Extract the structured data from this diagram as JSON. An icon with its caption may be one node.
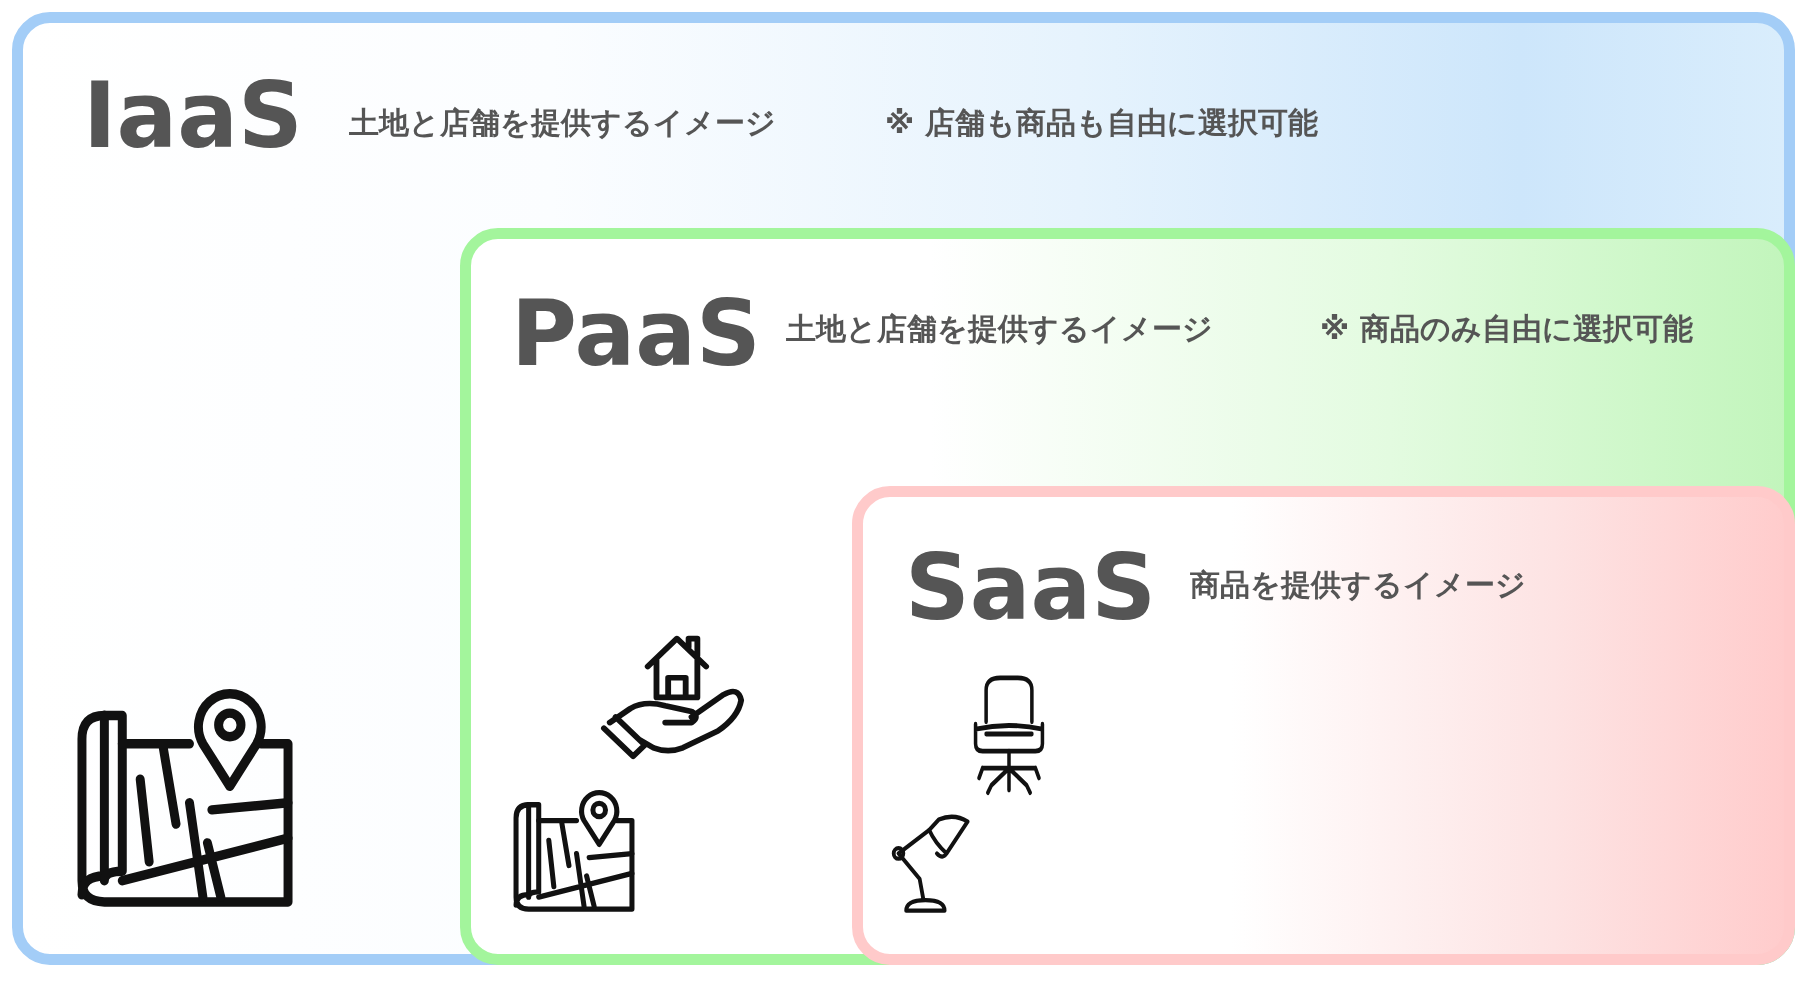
{
  "diagram": {
    "nodes": [
      {
        "text": [
          "IaaS",
          "土地と店舗を提供するイメージ",
          "※ 店舗も商品も自由に選択可能"
        ]
      },
      {
        "text": [
          "PaaS",
          "土地と店舗を提供するイメージ",
          "※ 商品のみ自由に選択可能"
        ],
        "in": 0
      },
      {
        "text": [
          "SaaS",
          "商品を提供するイメージ"
        ],
        "in": 1
      }
    ]
  }
}
